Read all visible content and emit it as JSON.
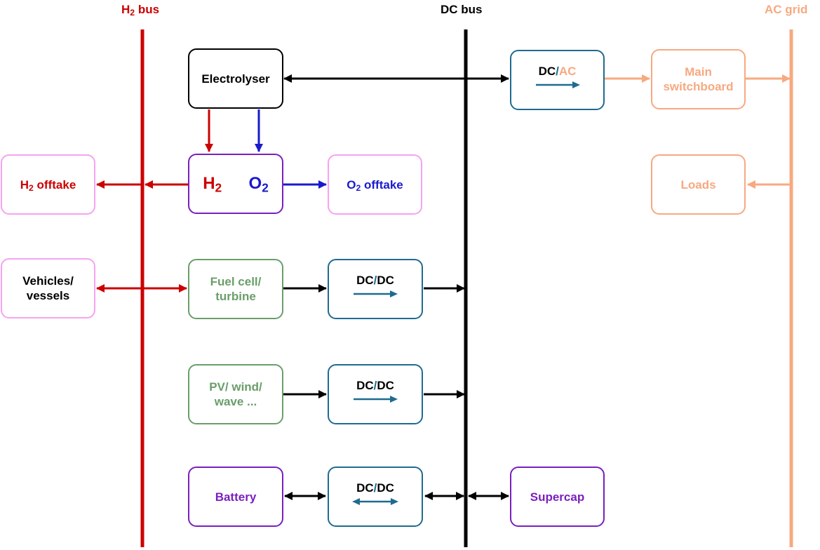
{
  "colors": {
    "h2": "#cc0000",
    "o2": "#1a1acc",
    "dc": "#000000",
    "ac": "#f7a980",
    "offtake_border": "#f5a3f0",
    "green": "#6a9e6a",
    "converter": "#1f6b8f",
    "purple": "#7a1fbf"
  },
  "buses": {
    "h2": {
      "label_main": "H",
      "label_sub": "2",
      "label_rest": " bus"
    },
    "dc": {
      "label": "DC bus"
    },
    "ac": {
      "label": "AC grid"
    }
  },
  "blocks": {
    "electrolyser": "Electrolyser",
    "h2_offtake": {
      "main": "H",
      "sub": "2",
      "rest": " offtake"
    },
    "h2o2": {
      "h_main": "H",
      "h_sub": "2",
      "o_main": "O",
      "o_sub": "2"
    },
    "o2_offtake": {
      "main": "O",
      "sub": "2",
      "rest": " offtake"
    },
    "vehicles": {
      "line1": "Vehicles/",
      "line2": "vessels"
    },
    "fuel_cell": {
      "line1": "Fuel cell/",
      "line2": "turbine"
    },
    "renewables": {
      "line1": "PV/ wind/",
      "line2": "wave ..."
    },
    "battery": "Battery",
    "supercap": "Supercap",
    "main_switchboard": {
      "line1": "Main",
      "line2": "switchboard"
    },
    "loads": "Loads",
    "dcac": {
      "a": "DC",
      "sep": "/",
      "b": "AC"
    },
    "dcdc_fc": {
      "a": "DC",
      "sep": "/",
      "b": "DC"
    },
    "dcdc_pv": {
      "a": "DC",
      "sep": "/",
      "b": "DC"
    },
    "dcdc_bat": {
      "a": "DC",
      "sep": "/",
      "b": "DC"
    }
  }
}
